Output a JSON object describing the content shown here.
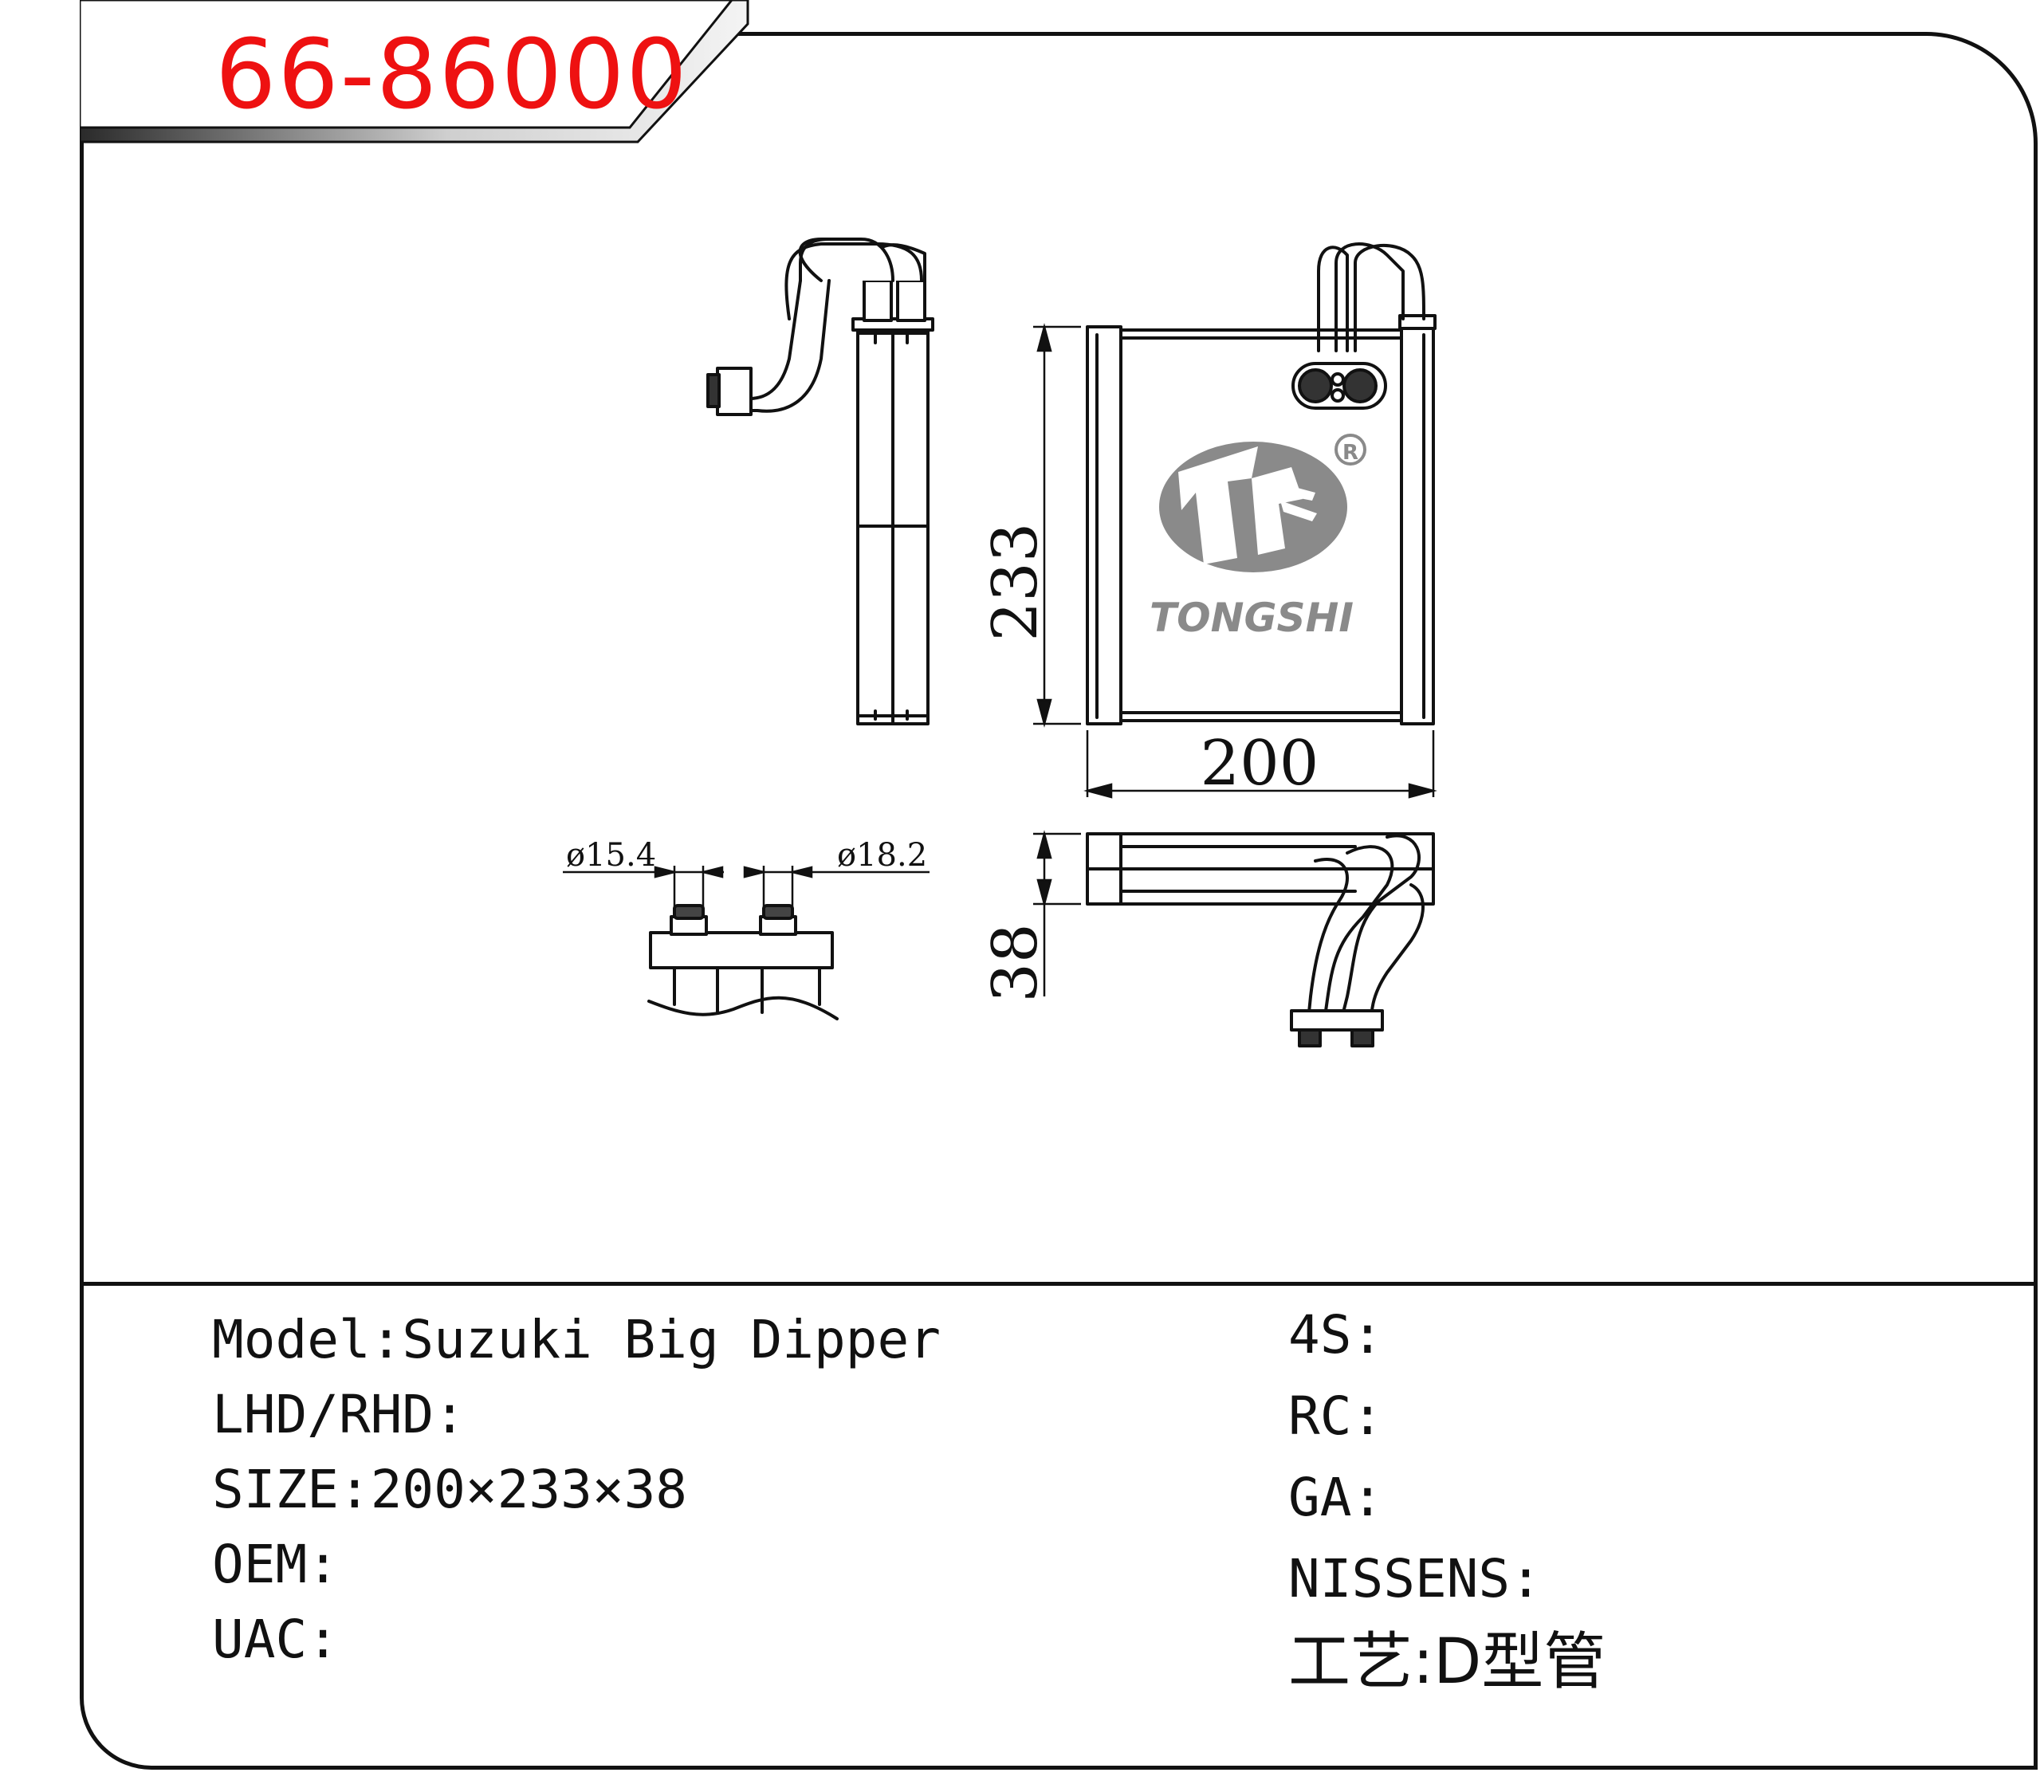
{
  "header": {
    "part_code": "66-86000"
  },
  "drawing": {
    "dims": {
      "height": "233",
      "width": "200",
      "depth": "38",
      "inlet_dia": "ø15.4",
      "outlet_dia": "ø18.2"
    },
    "brand": {
      "name": "TONGSHI",
      "registered_mark": "R"
    }
  },
  "info": {
    "left": [
      {
        "label": "Model:",
        "value": "Suzuki Big Dipper"
      },
      {
        "label": "LHD/RHD:",
        "value": ""
      },
      {
        "label": "SIZE:",
        "value": "200×233×38"
      },
      {
        "label": "OEM:",
        "value": ""
      },
      {
        "label": "UAC:",
        "value": ""
      }
    ],
    "right": [
      {
        "label": "4S:",
        "value": ""
      },
      {
        "label": "RC:",
        "value": ""
      },
      {
        "label": "GA:",
        "value": ""
      },
      {
        "label": "NISSENS:",
        "value": ""
      },
      {
        "label": "工艺:",
        "value": "D型管"
      }
    ]
  },
  "colors": {
    "code_text": "#ee1111",
    "banner_dark": "#333333",
    "logo_gray": "#8a8a8a"
  }
}
